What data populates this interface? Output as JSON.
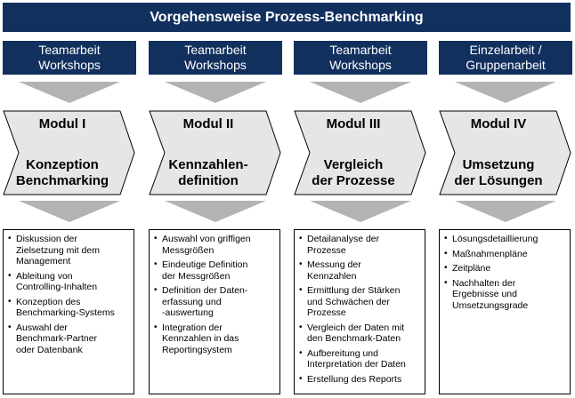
{
  "title": "Vorgehensweise Prozess-Benchmarking",
  "columns": [
    {
      "mode": [
        "Teamarbeit",
        "Workshops"
      ],
      "module": "Modul I",
      "name": [
        "Konzeption",
        "Benchmarking"
      ],
      "items": [
        [
          "Diskussion der",
          "Zielsetzung mit dem",
          "Management"
        ],
        [
          "Ableitung von",
          "Controlling-Inhalten"
        ],
        [
          "Konzeption des",
          "Benchmarking-Systems"
        ],
        [
          "Auswahl der",
          "Benchmark-Partner",
          "oder Datenbank"
        ]
      ]
    },
    {
      "mode": [
        "Teamarbeit",
        "Workshops"
      ],
      "module": "Modul II",
      "name": [
        "Kennzahlen-",
        "definition"
      ],
      "items": [
        [
          "Auswahl von griffigen",
          "Messgrößen"
        ],
        [
          "Eindeutige Definition",
          "der Messgrößen"
        ],
        [
          "Definition der Daten-",
          "erfassung und",
          "-auswertung"
        ],
        [
          "Integration der",
          "Kennzahlen in das",
          "Reportingsystem"
        ]
      ]
    },
    {
      "mode": [
        "Teamarbeit",
        "Workshops"
      ],
      "module": "Modul III",
      "name": [
        "Vergleich",
        "der Prozesse"
      ],
      "items": [
        [
          "Detailanalyse der",
          "Prozesse"
        ],
        [
          "Messung der",
          "Kennzahlen"
        ],
        [
          "Ermittlung der Stärken",
          "und Schwächen der",
          "Prozesse"
        ],
        [
          "Vergleich der Daten mit",
          "den Benchmark-Daten"
        ],
        [
          "Aufbereitung und",
          "Interpretation der Daten"
        ],
        [
          "Erstellung des Reports"
        ]
      ]
    },
    {
      "mode": [
        "Einzelarbeit /",
        "Gruppenarbeit"
      ],
      "module": "Modul IV",
      "name": [
        "Umsetzung",
        "der Lösungen"
      ],
      "items": [
        [
          "Lösungsdetaillierung"
        ],
        [
          "Maßnahmenpläne"
        ],
        [
          "Zeitpläne"
        ],
        [
          "Nachhalten der",
          "Ergebnisse und",
          "Umsetzungsgrade"
        ]
      ]
    }
  ]
}
